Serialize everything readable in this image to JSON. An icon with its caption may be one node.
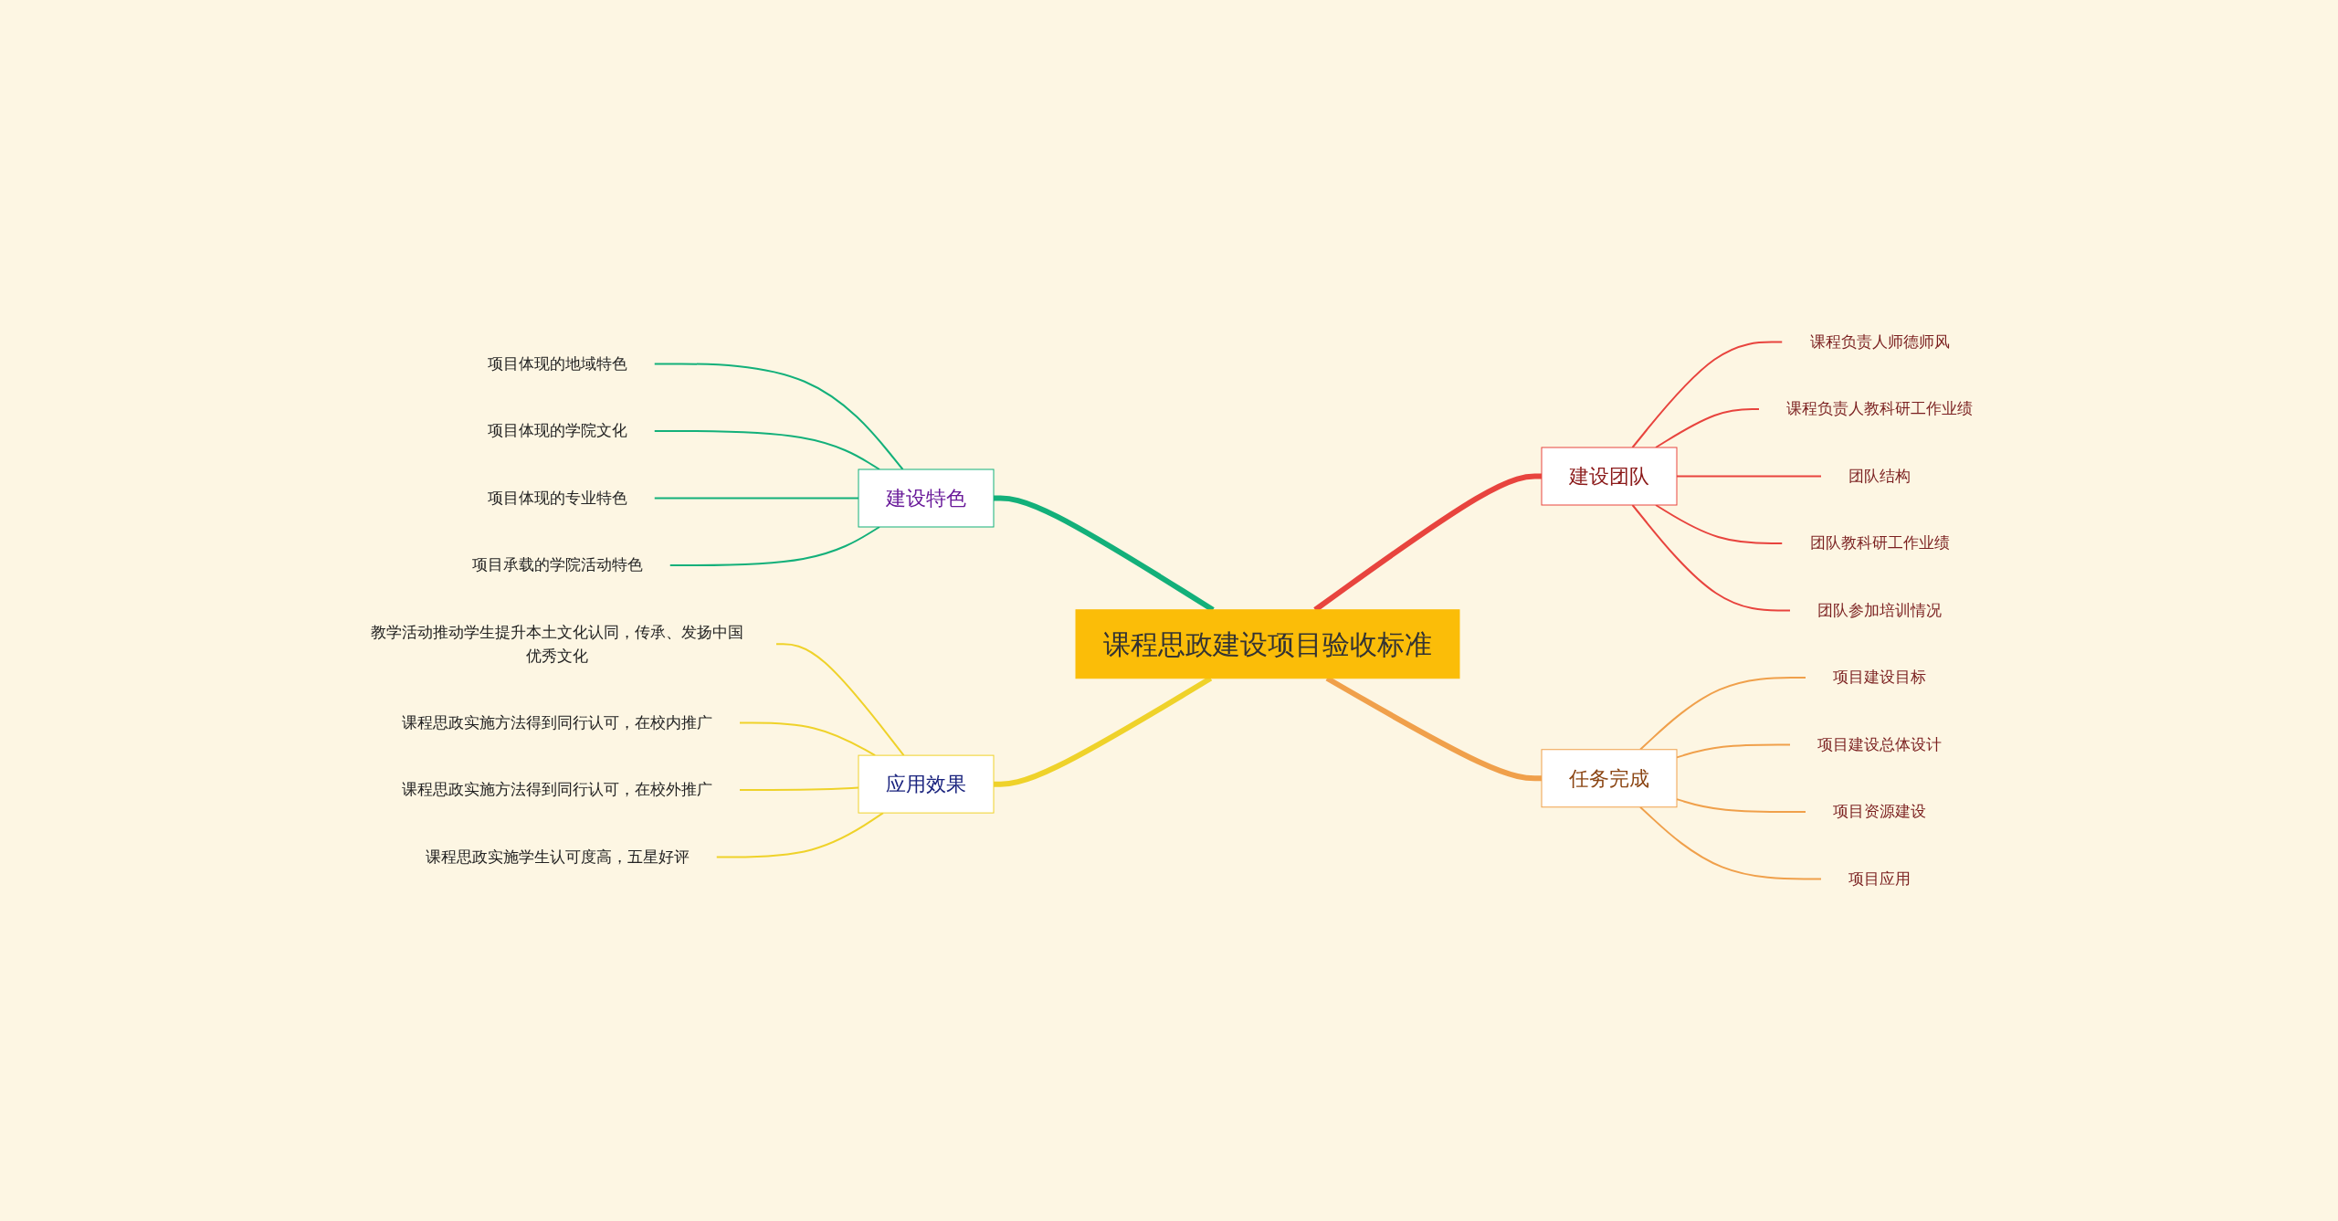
{
  "diagram": {
    "nodes": [
      {
        "text": [
          "课程思政建设项目验收标准"
        ]
      },
      {
        "text": [
          "建设特色"
        ]
      },
      {
        "text": [
          "项目体现的地域特色"
        ]
      },
      {
        "text": [
          "项目体现的学院文化"
        ]
      },
      {
        "text": [
          "项目体现的专业特色"
        ]
      },
      {
        "text": [
          "项目承载的学院活动特色"
        ]
      },
      {
        "text": [
          "应用效果"
        ]
      },
      {
        "text": [
          "教学活动推动学生提升本土文化认同，传承、发扬中国优秀文化"
        ]
      },
      {
        "text": [
          "课程思政实施方法得到同行认可，在校内推广"
        ]
      },
      {
        "text": [
          "课程思政实施方法得到同行认可，在校外推广"
        ]
      },
      {
        "text": [
          "课程思政实施学生认可度高，五星好评"
        ]
      },
      {
        "text": [
          "建设团队"
        ]
      },
      {
        "text": [
          "课程负责人师德师风"
        ]
      },
      {
        "text": [
          "课程负责人教科研工作业绩"
        ]
      },
      {
        "text": [
          "团队结构"
        ]
      },
      {
        "text": [
          "团队教科研工作业绩"
        ]
      },
      {
        "text": [
          "团队参加培训情况"
        ]
      },
      {
        "text": [
          "任务完成"
        ]
      },
      {
        "text": [
          "项目建设目标"
        ]
      },
      {
        "text": [
          "项目建设总体设计"
        ]
      },
      {
        "text": [
          "项目资源建设"
        ]
      },
      {
        "text": [
          "项目应用"
        ]
      }
    ],
    "edges": [
      {
        "from": 0,
        "to": 1,
        "arrow": "none",
        "style": "thick",
        "color": "#13b07a"
      },
      {
        "from": 1,
        "to": 2,
        "arrow": "none",
        "color": "#13b07a"
      },
      {
        "from": 1,
        "to": 3,
        "arrow": "none",
        "color": "#13b07a"
      },
      {
        "from": 1,
        "to": 4,
        "arrow": "none",
        "color": "#13b07a"
      },
      {
        "from": 1,
        "to": 5,
        "arrow": "none",
        "color": "#13b07a"
      },
      {
        "from": 0,
        "to": 6,
        "arrow": "none",
        "style": "thick",
        "color": "#efd22a"
      },
      {
        "from": 6,
        "to": 7,
        "arrow": "none",
        "color": "#efd22a"
      },
      {
        "from": 6,
        "to": 8,
        "arrow": "none",
        "color": "#efd22a"
      },
      {
        "from": 6,
        "to": 9,
        "arrow": "none",
        "color": "#efd22a"
      },
      {
        "from": 6,
        "to": 10,
        "arrow": "none",
        "color": "#efd22a"
      },
      {
        "from": 0,
        "to": 11,
        "arrow": "none",
        "style": "thick",
        "color": "#e8443e"
      },
      {
        "from": 11,
        "to": 12,
        "arrow": "none",
        "color": "#e8443e"
      },
      {
        "from": 11,
        "to": 13,
        "arrow": "none",
        "color": "#e8443e"
      },
      {
        "from": 11,
        "to": 14,
        "arrow": "none",
        "color": "#e8443e"
      },
      {
        "from": 11,
        "to": 15,
        "arrow": "none",
        "color": "#e8443e"
      },
      {
        "from": 11,
        "to": 16,
        "arrow": "none",
        "color": "#e8443e"
      },
      {
        "from": 0,
        "to": 17,
        "arrow": "none",
        "style": "thick",
        "color": "#f0a04b"
      },
      {
        "from": 17,
        "to": 18,
        "arrow": "none",
        "color": "#f0a04b"
      },
      {
        "from": 17,
        "to": 19,
        "arrow": "none",
        "color": "#f0a04b"
      },
      {
        "from": 17,
        "to": 20,
        "arrow": "none",
        "color": "#f0a04b"
      },
      {
        "from": 17,
        "to": 21,
        "arrow": "none",
        "color": "#f0a04b"
      }
    ]
  }
}
